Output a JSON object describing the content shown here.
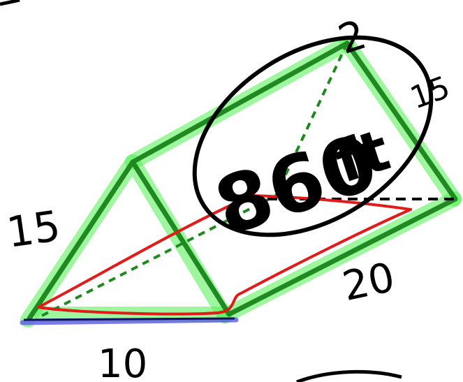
{
  "labels": {
    "left_edge": "15",
    "right_edge": "15",
    "base_width": "10",
    "length": "20",
    "answer_value": "860",
    "answer_unit": "ft",
    "answer_exponent": "2"
  },
  "colors": {
    "ink": "#000000",
    "highlight": "#5ef05e",
    "highlight_dark": "#1f8a1f",
    "base_mark": "#5a5ae6",
    "red_mark": "#e11a1a"
  }
}
